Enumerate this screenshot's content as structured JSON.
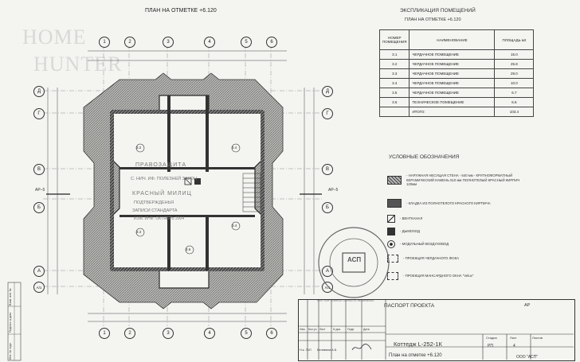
{
  "plan": {
    "title": "ПЛАН НА ОТМЕТКЕ +6.120",
    "watermark_line1": "HOME",
    "watermark_line2": "HUNTER",
    "top_axes": [
      "1",
      "2",
      "3",
      "4",
      "5",
      "6"
    ],
    "side_axes": [
      "Д",
      "Г",
      "В",
      "Б",
      "А",
      "А/1"
    ],
    "section_mark": "АР–5",
    "room_tags": [
      "3.2",
      "3.4",
      "3.3",
      "3.6",
      "3.4"
    ],
    "overlay_text": [
      "ПРАВОЗАЩИТА",
      "С. НИЧ. ИФ. ПОЛЕЗНЕЙ ЗАКОН",
      "КРАСНЫЙ МИЛИЦ",
      "ПОДТВЕРЖДЕНЬЯ",
      "ЗАПИСИ СТАНДАРТА",
      "ИЗМ. ИНФ. ОКТЯБРЬ 2004"
    ],
    "side_stamp_labels": [
      "Взам. инв. №",
      "Подпись и дата",
      "Инв. № подл."
    ]
  },
  "explication": {
    "title_line1": "ЭКСПЛИКАЦИЯ ПОМЕЩЕНИЙ",
    "title_line2": "ПЛАН НА ОТМЕТКЕ +6.120",
    "headers": [
      "НОМЕР ПОМЕЩЕНИЯ",
      "НАИМЕНОВАНИЕ",
      "ПЛОЩАДЬ м2"
    ],
    "rows": [
      {
        "num": "3.1",
        "name": "ЧЕРДАЧНОЕ ПОМЕЩЕНИЕ",
        "area": "15.0"
      },
      {
        "num": "3.2",
        "name": "ЧЕРДАЧНОЕ ПОМЕЩЕНИЕ",
        "area": "25.8"
      },
      {
        "num": "3.3",
        "name": "ЧЕРДАЧНОЕ ПОМЕЩЕНИЕ",
        "area": "29.0"
      },
      {
        "num": "3.4",
        "name": "ЧЕРДАЧНОЕ ПОМЕЩЕНИЕ",
        "area": "10.0"
      },
      {
        "num": "3.5",
        "name": "ЧЕРДАЧНОЕ ПОМЕЩЕНИЕ",
        "area": "6.7"
      },
      {
        "num": "3.6",
        "name": "ТЕХНИЧЕСКОЕ ПОМЕЩЕНИЕ",
        "area": "6.6"
      },
      {
        "num": "",
        "name": "ИТОГО:",
        "area": "103.4"
      }
    ]
  },
  "legend": {
    "title": "УСЛОВНЫЕ ОБОЗНАЧЕНИЯ",
    "items": [
      {
        "text": "- НАРУЖНАЯ НЕСУЩАЯ СТЕНА - 640 мм - КРУПНОФОРМАТНЫЙ КЕРАМИЧЕСКИЙ КАМЕНЬ 510 мм ПОЛНОТЕЛЫЙ КРАСНЫЙ КИРПИЧ 120мм"
      },
      {
        "text": "- КЛАДКА ИЗ ПОЛНОТЕЛОГО КРАСНОГО КИРПИЧА"
      },
      {
        "text": "- ВЕНТКАНАЛ"
      },
      {
        "text": "- ДЫМОХОД"
      },
      {
        "text": "- МОДУЛЬНЫЙ ВОЗДУХОВОД"
      },
      {
        "text": "- ПРОЕКЦИЯ ЧЕРДАЧНОГО ЛЮКА"
      },
      {
        "text": "- ПРОЕКЦИЯ МАНСАРДНОГО ОКНА \"Velux\""
      }
    ]
  },
  "stamp": {
    "round_text": "ООО \"АСП\" COMPANY LIMITED ST.-PETERSBURG",
    "logo": "АСП"
  },
  "title_block": {
    "passport": "ПАСПОРТ ПРОЕКТА",
    "code": "АР",
    "project": "Коттедж L-252-1К",
    "plan": "План на отметке +6.120",
    "col_headers": [
      "Изм.",
      "Кол.уч.",
      "Лист",
      "N док.",
      "Подп.",
      "Дата"
    ],
    "stage_headers": [
      "Стадия",
      "Лист",
      "Листов"
    ],
    "stage_values": [
      "РП",
      "4",
      ""
    ],
    "gip_label": "Н.к. ГАП",
    "gip_name": "Белявина А.Б.",
    "company": "ООО \"АСП\""
  },
  "colors": {
    "paper": "#f4f4f1",
    "ink": "#2a2a2a",
    "roof_hatch": "#8a8a88",
    "wall": "#3a3a3a"
  }
}
